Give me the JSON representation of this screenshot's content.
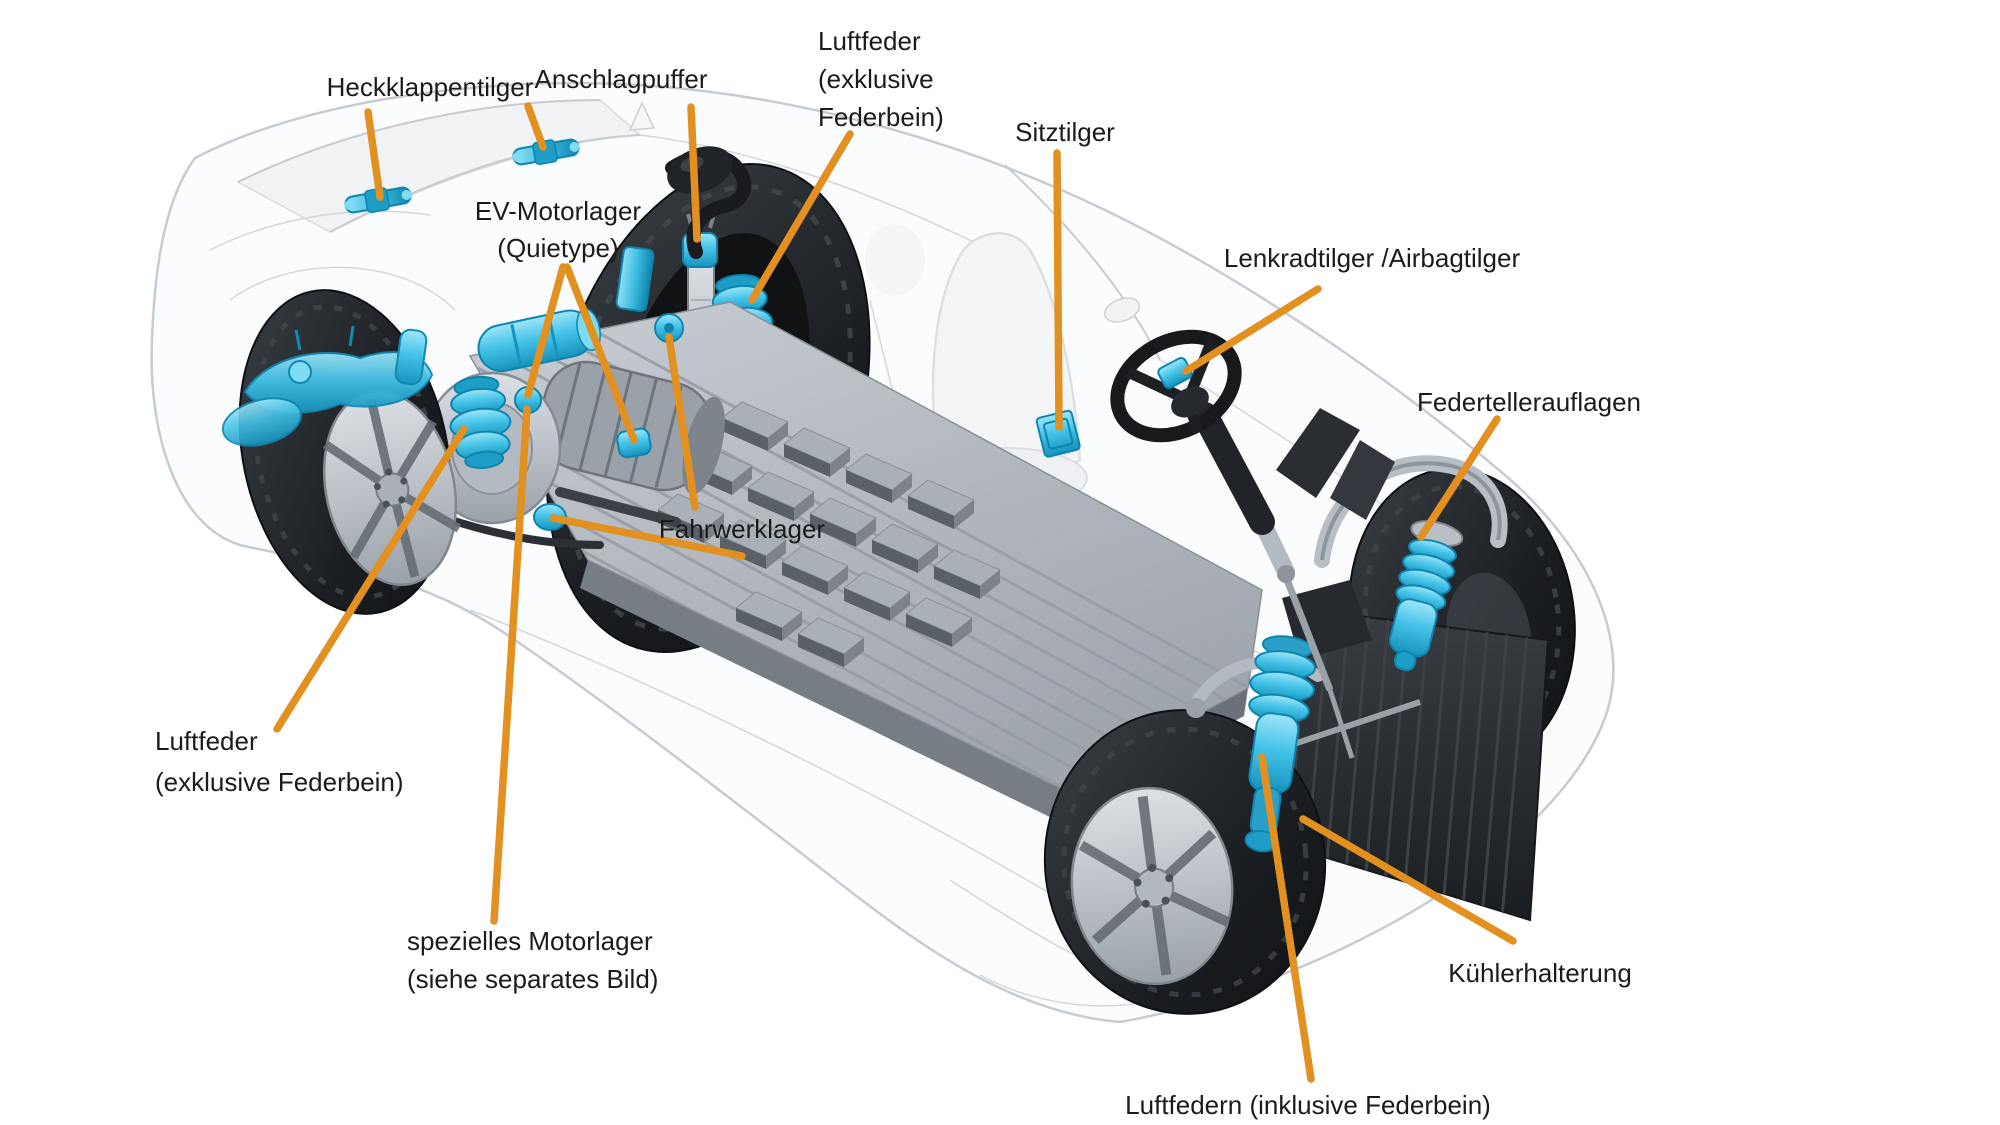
{
  "diagram": {
    "type": "annotated-technical-cutaway",
    "subject": "Elektrofahrzeug-Fahrwerk (EV chassis) mit schwingungsdämpfenden Bauteilen",
    "colors": {
      "background": "#ffffff",
      "leader_line_orange": "#e2901f",
      "highlight_cyan": "#45c3e8",
      "label_text": "#1b1b1b"
    },
    "labels": {
      "heckklappentilger": {
        "lines": [
          "Heckklappentilger"
        ]
      },
      "anschlagpuffer": {
        "lines": [
          "Anschlagpuffer"
        ]
      },
      "luftfeder_exkl_top": {
        "lines": [
          "Luftfeder",
          "(exklusive",
          "Federbein)"
        ]
      },
      "sitztilger": {
        "lines": [
          "Sitztilger"
        ]
      },
      "ev_motorlager": {
        "lines": [
          "EV-Motorlager",
          "(Quietype)"
        ]
      },
      "lenkradtilger": {
        "lines": [
          "Lenkradtilger /Airbagtilger"
        ]
      },
      "federtellerauflagen": {
        "lines": [
          "Federtellerauflagen"
        ]
      },
      "fahrwerklager": {
        "lines": [
          "Fahrwerklager"
        ]
      },
      "luftfeder_exkl_links": {
        "lines": [
          "Luftfeder",
          "(exklusive Federbein)"
        ]
      },
      "spezielles_motorlager": {
        "lines": [
          "spezielles Motorlager",
          "(siehe  separates Bild)"
        ]
      },
      "kuehlerhalterung": {
        "lines": [
          "Kühlerhalterung"
        ]
      },
      "luftfedern_inkl": {
        "lines": [
          "Luftfedern (inklusive Federbein)"
        ]
      }
    }
  }
}
